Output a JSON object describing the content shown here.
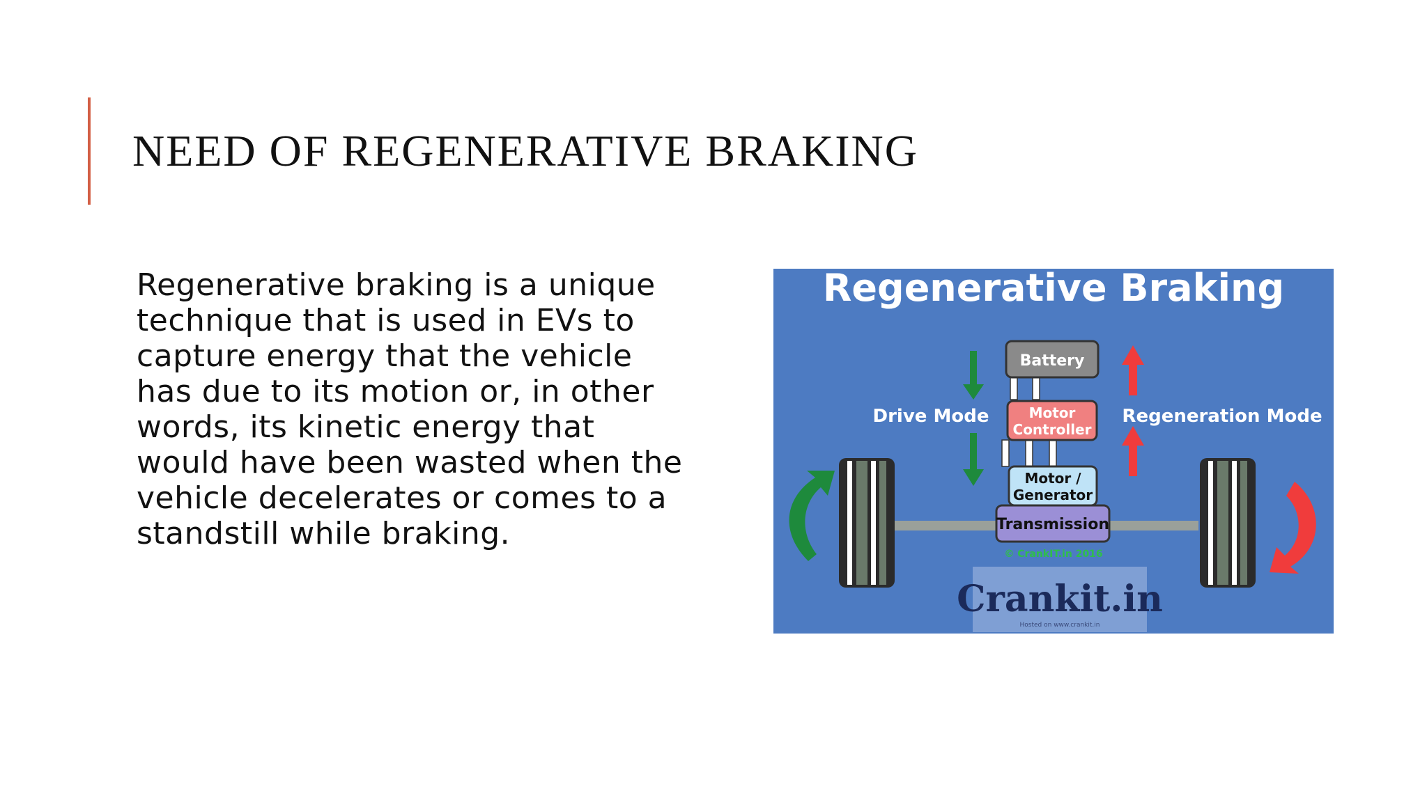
{
  "slide": {
    "title": "NEED OF REGENERATIVE BRAKING",
    "accent_color": "#d35f45",
    "body": "Regenerative braking is a unique technique that is used in EVs to capture energy that the vehicle has due to its motion or, in other words, its kinetic energy that would have been wasted when the vehicle decelerates or comes to a standstill while braking."
  },
  "figure": {
    "title": "Regenerative Braking",
    "drive_mode": "Drive Mode",
    "regeneration_mode": "Regeneration Mode",
    "battery": "Battery",
    "motor_controller_line1": "Motor",
    "motor_controller_line2": "Controller",
    "motor_generator_line1": "Motor /",
    "motor_generator_line2": "Generator",
    "transmission": "Transmission",
    "copyright": "© CrankIT.in 2016",
    "logo_text": "Crankit.in",
    "logo_subtext": "Hosted on www.crankit.in",
    "colors": {
      "background": "#4d7bc2",
      "battery": "#8a8a8a",
      "motor_controller": "#f08080",
      "motor_generator": "#bfe3f7",
      "transmission": "#9b8fd6",
      "drive_arrow": "#1e8a3c",
      "regen_arrow": "#f03c3c"
    }
  }
}
